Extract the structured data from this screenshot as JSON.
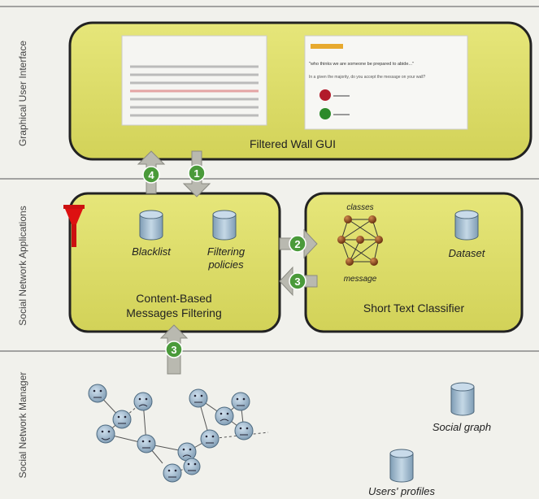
{
  "tiers": {
    "gui": "Graphical User Interface",
    "apps": "Social Network Applications",
    "manager": "Social Network Manager"
  },
  "gui": {
    "title": "Filtered Wall GUI",
    "question": "\"who thinks we are someone be prepared to abide...\"",
    "prompt": "In a given the majority, do you accept the message on your wall?"
  },
  "cbmf": {
    "title_line1": "Content-Based",
    "title_line2": "Messages Filtering",
    "blacklist": "Blacklist",
    "filtering_line1": "Filtering",
    "filtering_line2": "policies"
  },
  "stc": {
    "title": "Short Text Classifier",
    "classes": "classes",
    "message": "message",
    "dataset": "Dataset"
  },
  "manager": {
    "social_graph": "Social graph",
    "users_profiles": "Users' profiles"
  },
  "steps": {
    "up": "4",
    "down": "1",
    "to_classifier": "2",
    "from_classifier": "3",
    "from_manager": "3"
  },
  "colors": {
    "panel": "#dddd66",
    "panel_border": "#222222",
    "arrow": "#b9b9b0",
    "step_circle": "#4a9a3a",
    "cylinder": "#a9c3d8",
    "funnel": "#dd1111",
    "face": "#a6bfd3"
  },
  "icons": [
    "funnel-icon",
    "database-icon",
    "user-face-icon",
    "neural-network-icon"
  ]
}
